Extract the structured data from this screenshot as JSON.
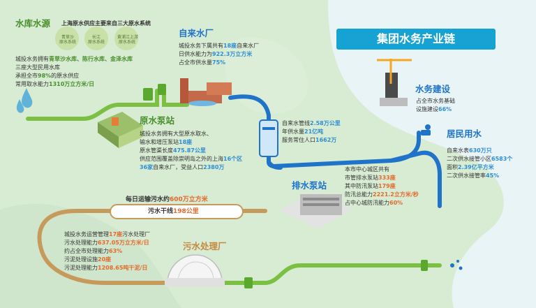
{
  "banner": "集团水务产业链",
  "reservoir": {
    "title": "水库水源",
    "subtitle": "上海原水供应主要来自三大原水系统",
    "systems": [
      {
        "l1": "青草沙",
        "l2": "原水系统"
      },
      {
        "l1": "长江",
        "l2": "原水系统"
      },
      {
        "l1": "黄浦江上游",
        "l2": "原水系统"
      }
    ],
    "lines": [
      {
        "t1": "城投水务拥有",
        "v": "青草沙水库、陈行水库、金泽水库",
        "t2": ""
      },
      {
        "t1": "三座大型民用水库",
        "v": "",
        "t2": ""
      },
      {
        "t1": "承担全市",
        "v": "98%",
        "t2": "的原水供应"
      },
      {
        "t1": "常用取水能力",
        "v": "1310万立方米/日",
        "t2": ""
      }
    ]
  },
  "pump": {
    "title": "原水泵站",
    "lines": [
      {
        "t1": "城投水务拥有大型原水取水、",
        "v": "",
        "t2": ""
      },
      {
        "t1": "输水和增压泵站",
        "v": "18座",
        "t2": ""
      },
      {
        "t1": "原水管渠长度",
        "v": "475.87公里",
        "t2": ""
      },
      {
        "t1": "供应范围覆盖除崇明岛之外的上海",
        "v": "16个区",
        "t2": ""
      },
      {
        "t1": "",
        "v": "36家",
        "t2": "自来水厂，受益人口",
        "v2": "2380万"
      }
    ]
  },
  "plant": {
    "title": "自来水厂",
    "lines": [
      {
        "t1": "城投水务下属共有",
        "v": "18座",
        "t2": "自来水厂"
      },
      {
        "t1": "日供水能力为",
        "v": "922.3万立方米",
        "t2": ""
      },
      {
        "t1": "占全市供水量",
        "v": "75%",
        "t2": ""
      }
    ]
  },
  "network": {
    "lines": [
      {
        "t1": "自来水管线",
        "v": "2.58万公里"
      },
      {
        "t1": "年供水量",
        "v": "21亿吨"
      },
      {
        "t1": "服务常住人口",
        "v": "1662万"
      }
    ]
  },
  "construction": {
    "title": "水务建设",
    "lines": [
      {
        "t1": "占全市水务基础",
        "v": ""
      },
      {
        "t1": "设施建设",
        "v": "66%"
      }
    ]
  },
  "residential": {
    "title": "居民用水",
    "lines": [
      {
        "t1": "自来水表",
        "v": "630万只",
        "t2": ""
      },
      {
        "t1": "二次供水接管小区",
        "v": "6583个",
        "t2": ""
      },
      {
        "t1": "面积",
        "v": "2.39亿平方米",
        "t2": ""
      },
      {
        "t1": "二次供水接管率",
        "v": "45%",
        "t2": ""
      }
    ]
  },
  "drainage": {
    "title": "排水泵站",
    "lines": [
      {
        "t1": "本市中心城区共有",
        "v": "",
        "t2": ""
      },
      {
        "t1": "市管排水泵站",
        "v": "333座",
        "t2": ""
      },
      {
        "t1": "其中防汛泵站",
        "v": "179座",
        "t2": ""
      },
      {
        "t1": "防汛总能力",
        "v": "2221.2立方米/秒",
        "t2": ""
      },
      {
        "t1": "占中心城防汛能力",
        "v": "60%",
        "t2": ""
      }
    ]
  },
  "sewage_main": {
    "daily_t1": "每日运输污水约",
    "daily_v": "600万立方米",
    "trunk_t1": "污水干线",
    "trunk_v": "198公里"
  },
  "treatment": {
    "title": "污水处理厂",
    "lines": [
      {
        "t1": "城投水务运营管理",
        "v": "17座",
        "t2": "污水处理厂"
      },
      {
        "t1": "污水处理能力",
        "v": "637.05万立方米/日",
        "t2": ""
      },
      {
        "t1": "约占全市处理能力",
        "v": "63%",
        "t2": ""
      },
      {
        "t1": "污泥处理设施",
        "v": "20座",
        "t2": ""
      },
      {
        "t1": "污泥处理能力",
        "v": "1208.65吨干泥/日",
        "t2": ""
      }
    ]
  },
  "colors": {
    "green_pipe": "#7bc043",
    "blue_pipe": "#1f73c9",
    "brown_pipe": "#c69a5b",
    "banner": "#17a2d4",
    "highlight_blue": "#2f8ed0",
    "highlight_red": "#e26a2b"
  }
}
